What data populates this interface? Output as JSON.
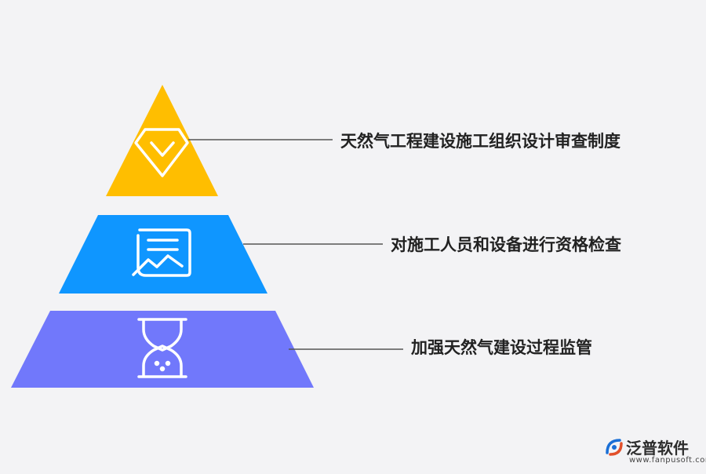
{
  "pyramid": {
    "levels": [
      {
        "label": "天然气工程建设施工组织设计审查制度",
        "color": "#ffbe00",
        "icon": "diamond-chevron-icon"
      },
      {
        "label": "对施工人员和设备进行资格检查",
        "color": "#0f96ff",
        "icon": "chart-card-icon"
      },
      {
        "label": "加强天然气建设过程监管",
        "color": "#7178fb",
        "icon": "hourglass-icon"
      }
    ]
  },
  "watermark": {
    "name": "泛普软件",
    "url": "www.fanpusoft.com",
    "icon": "fanpu-logo-icon",
    "accent": "#1a6fd6",
    "accent2": "#e2502a"
  }
}
